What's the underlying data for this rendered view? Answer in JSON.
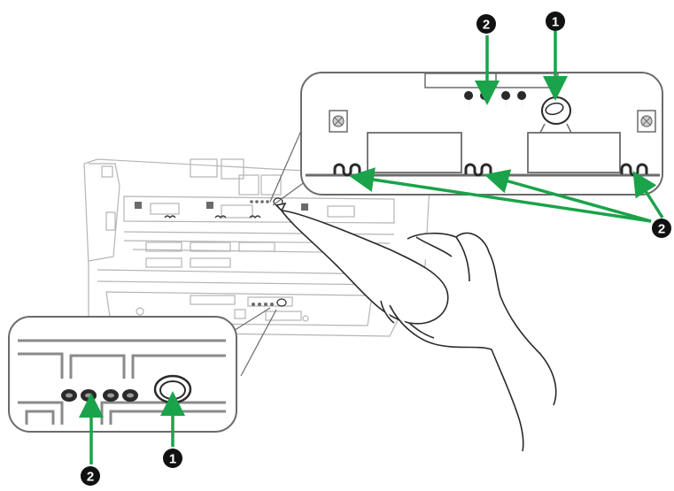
{
  "diagram": {
    "callouts": [
      {
        "id": "c1-top",
        "label": "1"
      },
      {
        "id": "c2-top",
        "label": "2"
      },
      {
        "id": "c2-right",
        "label": "2"
      },
      {
        "id": "c2-bottom",
        "label": "2"
      },
      {
        "id": "c1-bottom",
        "label": "1"
      }
    ],
    "colors": {
      "arrow": "#1aa34a",
      "line": "#6b6b6b",
      "light_line": "#b5b5b5",
      "callout_fill": "#111111",
      "sensor": "#2a2a2a"
    }
  }
}
